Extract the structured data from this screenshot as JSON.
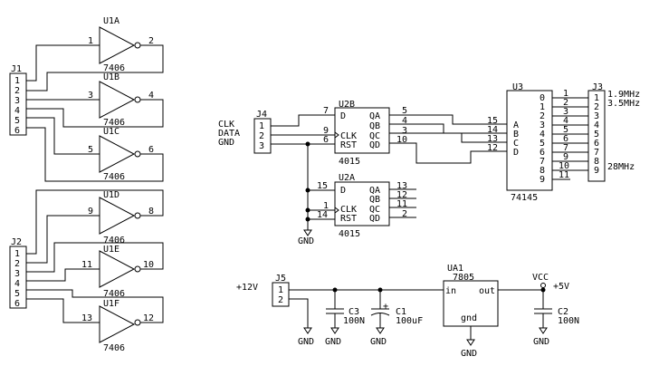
{
  "connectors": {
    "j1": {
      "ref": "J1",
      "pins": [
        "1",
        "2",
        "3",
        "4",
        "5",
        "6"
      ]
    },
    "j2": {
      "ref": "J2",
      "pins": [
        "1",
        "2",
        "3",
        "4",
        "5",
        "6"
      ]
    },
    "j3": {
      "ref": "J3",
      "pins": [
        "1",
        "2",
        "3",
        "4",
        "5",
        "6",
        "7",
        "8",
        "9"
      ],
      "labels": [
        "1.9MHz",
        "3.5MHz",
        "28MHz"
      ]
    },
    "j4": {
      "ref": "J4",
      "pins": [
        "1",
        "2",
        "3"
      ],
      "signals": [
        "CLK",
        "DATA",
        "GND"
      ]
    },
    "j5": {
      "ref": "J5",
      "pins": [
        "1",
        "2"
      ],
      "supply": "+12V"
    }
  },
  "inverters": [
    {
      "ref": "U1A",
      "part": "7406",
      "in": "1",
      "out": "2"
    },
    {
      "ref": "U1B",
      "part": "7406",
      "in": "3",
      "out": "4"
    },
    {
      "ref": "U1C",
      "part": "7406",
      "in": "5",
      "out": "6"
    },
    {
      "ref": "U1D",
      "part": "7406",
      "in": "9",
      "out": "8"
    },
    {
      "ref": "U1E",
      "part": "7406",
      "in": "11",
      "out": "10"
    },
    {
      "ref": "U1F",
      "part": "7406",
      "in": "13",
      "out": "12"
    }
  ],
  "counters": {
    "u2b": {
      "ref": "U2B",
      "part": "4015",
      "pins_in": [
        "D",
        "CLK",
        "RST"
      ],
      "pins_out": [
        "QA",
        "QB",
        "QC",
        "QD"
      ],
      "nums_in": [
        "7",
        "9",
        "6"
      ],
      "nums_out": [
        "5",
        "4",
        "3",
        "10"
      ]
    },
    "u2a": {
      "ref": "U2A",
      "part": "4015",
      "pins_in": [
        "D",
        "CLK",
        "RST"
      ],
      "pins_out": [
        "QA",
        "QB",
        "QC",
        "QD"
      ],
      "nums_in": [
        "15",
        "1",
        "14"
      ],
      "nums_out": [
        "13",
        "12",
        "11",
        "2"
      ]
    }
  },
  "decoder": {
    "ref": "U3",
    "part": "74145",
    "inputs": [
      "A",
      "B",
      "C",
      "D"
    ],
    "in_nums": [
      "15",
      "14",
      "13",
      "12"
    ],
    "outputs": [
      "0",
      "1",
      "2",
      "3",
      "4",
      "5",
      "6",
      "7",
      "8",
      "9"
    ],
    "out_nums": [
      "1",
      "2",
      "3",
      "4",
      "5",
      "6",
      "7",
      "9",
      "10",
      "11"
    ]
  },
  "regulator": {
    "ref": "UA1",
    "part": "7805",
    "pin_in": "in",
    "pin_out": "out",
    "pin_gnd": "gnd"
  },
  "capacitors": [
    {
      "ref": "C3",
      "value": "100N"
    },
    {
      "ref": "C1",
      "value": "100uF",
      "polarity": "+"
    },
    {
      "ref": "C2",
      "value": "100N"
    }
  ],
  "power": {
    "vcc": "VCC",
    "plus5": "+5V",
    "gnd": "GND"
  }
}
